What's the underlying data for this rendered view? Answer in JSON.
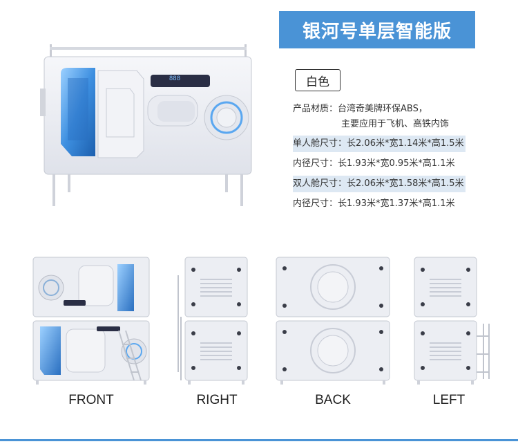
{
  "title": "银河号单层智能版",
  "color_label": "白色",
  "specs": {
    "material_label": "产品材质：",
    "material_value": "台湾奇美牌环保ABS，",
    "material_value2": "主要应用于飞机、高铁内饰",
    "single_outer_label": "单人舱尺寸：",
    "single_outer_value": "长2.06米*宽1.14米*高1.5米",
    "single_inner_label": "内径尺寸：",
    "single_inner_value": "长1.93米*宽0.95米*高1.1米",
    "double_outer_label": "双人舱尺寸：",
    "double_outer_value": "长2.06米*宽1.58米*高1.5米",
    "double_inner_label": "内径尺寸：",
    "double_inner_value": "长1.93米*宽1.37米*高1.1米"
  },
  "display_readout": "888",
  "views": {
    "front": "FRONT",
    "right": "RIGHT",
    "back": "BACK",
    "left": "LEFT"
  },
  "colors": {
    "accent": "#4a93d6",
    "highlight_row": "#dde8f3",
    "pod_body": "#eef0f5",
    "pod_glow": "#3d8fe0"
  }
}
